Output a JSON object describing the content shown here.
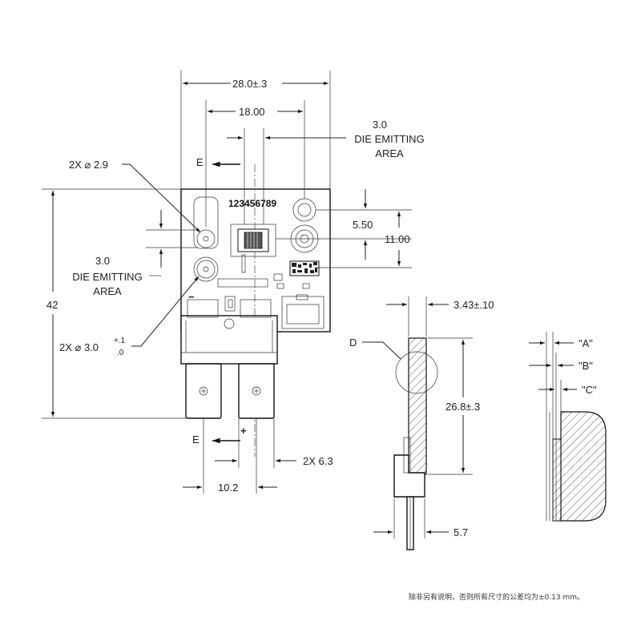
{
  "front_view": {
    "serial": "123456789",
    "dims": {
      "overall_width": "28.0±.3",
      "hole_spacing": "18.00",
      "die_area_top_line1": "3.0",
      "die_area_top_line2": "DIE EMITTING",
      "die_area_top_line3": "AREA",
      "hole_small": "2X ⌀ 2.9",
      "die_area_left_line1": "3.0",
      "die_area_left_line2": "DIE EMITTING",
      "die_area_left_line3": "AREA",
      "hole_large_prefix": "2X ⌀ 3.0",
      "hole_large_tol_plus": "+.1",
      "hole_large_tol_minus": ".0",
      "overall_height": "42",
      "die_offset": "5.50",
      "hole_vertical": "11.00",
      "terminal_spacing": "10.2",
      "terminal_width": "2X 6.3",
      "section_top": "E",
      "section_bottom": "E",
      "minus": "−",
      "plus": "+"
    }
  },
  "side_view": {
    "thickness": "3.43±.10",
    "height": "26.8±.3",
    "pin_offset": "5.7",
    "detail_label": "D"
  },
  "detail_view": {
    "layer_a": "\"A\"",
    "layer_b": "\"B\"",
    "layer_c": "\"C\""
  },
  "footnote": "除非另有说明，否则所有尺寸的公差均为±0.13 mm。"
}
